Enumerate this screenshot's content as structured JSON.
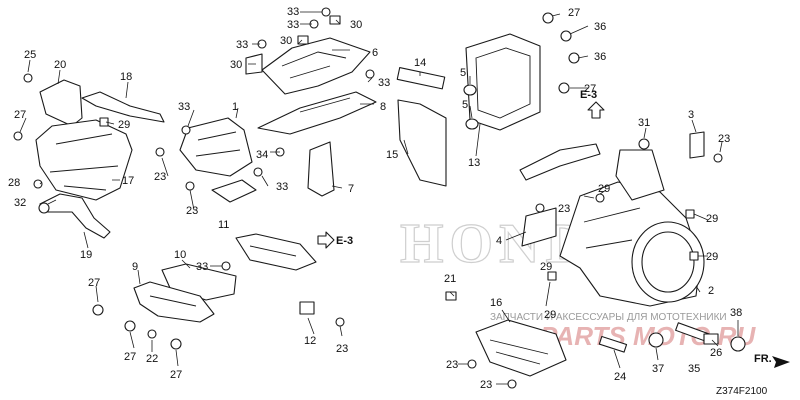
{
  "watermark": {
    "brand": "HONDA",
    "shop_text": "ЗАПЧАСТИ И АКСЕССУАРЫ ДЛЯ МОТОТЕХНИКИ",
    "shop_logo": "PARTS MOTO RU"
  },
  "diagram_code": "Z374F2100",
  "direction_label": "FR.",
  "section_refs": [
    "E-3",
    "E-3"
  ],
  "callouts": {
    "c33a": "33",
    "c33b": "33",
    "c30a": "30",
    "c30b": "30",
    "c33c": "33",
    "c30c": "30",
    "c6": "6",
    "c33d": "33",
    "c8": "8",
    "c7": "7",
    "c34": "34",
    "c33e": "33",
    "c11": "11",
    "c25": "25",
    "c20": "20",
    "c18": "18",
    "c27a": "27",
    "c29a": "29",
    "c33f": "33",
    "c1": "1",
    "c23a": "23",
    "c23b": "23",
    "c17": "17",
    "c28": "28",
    "c32": "32",
    "c19": "19",
    "c10": "10",
    "c33g": "33",
    "c9": "9",
    "c27b": "27",
    "c27c": "27",
    "c22": "22",
    "c27d": "27",
    "c12": "12",
    "c23c": "23",
    "c14": "14",
    "c15": "15",
    "c5a": "5",
    "c5b": "5",
    "c13": "13",
    "c27e": "27",
    "c36a": "36",
    "c36b": "36",
    "c27f": "27",
    "c3": "3",
    "c31": "31",
    "c23d": "23",
    "c29b": "29",
    "c23e": "23",
    "c4": "4",
    "c29c": "29",
    "c29d": "29",
    "c29e": "29",
    "c21": "21",
    "c29f": "29",
    "c2": "2",
    "c16": "16",
    "c23f": "23",
    "c23g": "23",
    "c24": "24",
    "c37": "37",
    "c35": "35",
    "c26": "26",
    "c38": "38"
  }
}
